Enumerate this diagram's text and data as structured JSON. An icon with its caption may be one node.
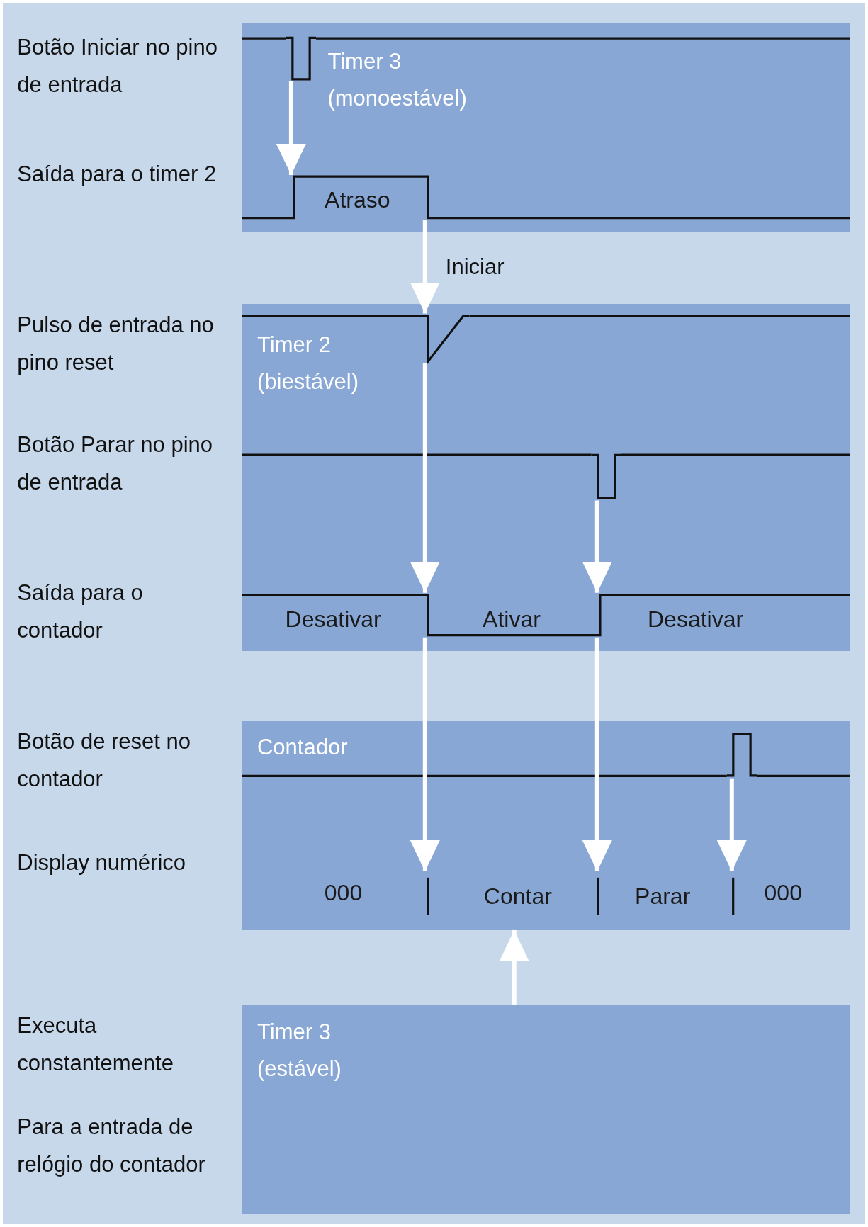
{
  "diagram": {
    "nodes": [
      {
        "text": [
          "Timer 3 (monoestável)"
        ]
      },
      {
        "text": [],
        "shape": "line",
        "in": 0
      },
      {
        "text": [
          "Atraso"
        ],
        "in": 0
      },
      {
        "text": [
          "Timer 2 (biestável)"
        ]
      },
      {
        "text": [],
        "shape": "line",
        "in": 3
      },
      {
        "text": [],
        "shape": "line",
        "in": 3
      },
      {
        "text": [
          "Desativar",
          "Ativar",
          "Desativar"
        ],
        "in": 3
      },
      {
        "text": [
          "Contador"
        ]
      },
      {
        "text": [],
        "shape": "line",
        "in": 7
      },
      {
        "text": [
          "000",
          "Contar",
          "Parar",
          "000"
        ],
        "in": 7
      },
      {
        "text": [
          "Timer 3 (estável)"
        ]
      }
    ],
    "edges": [
      {
        "from": 1,
        "to": 2,
        "arrow": "to"
      },
      {
        "from": 2,
        "to": 4,
        "arrow": "to",
        "label": "Iniciar"
      },
      {
        "from": 4,
        "to": 6,
        "arrow": "to"
      },
      {
        "from": 6,
        "to": 9,
        "arrow": "to"
      },
      {
        "from": 5,
        "to": 6,
        "arrow": "to"
      },
      {
        "from": 6,
        "to": 9,
        "arrow": "to"
      },
      {
        "from": 8,
        "to": 9,
        "arrow": "to"
      },
      {
        "from": 10,
        "to": 7,
        "arrow": "to"
      }
    ],
    "labels": [
      "Botão Iniciar no pino de entrada",
      "Saída para o timer 2",
      "Pulso de entrada no pino reset",
      "Botão Parar no pino de entrada",
      "Saída para o contador",
      "Botão de reset no contador",
      "Display numérico",
      "Executa constantemente",
      "Para a entrada de relógio do contador"
    ]
  }
}
